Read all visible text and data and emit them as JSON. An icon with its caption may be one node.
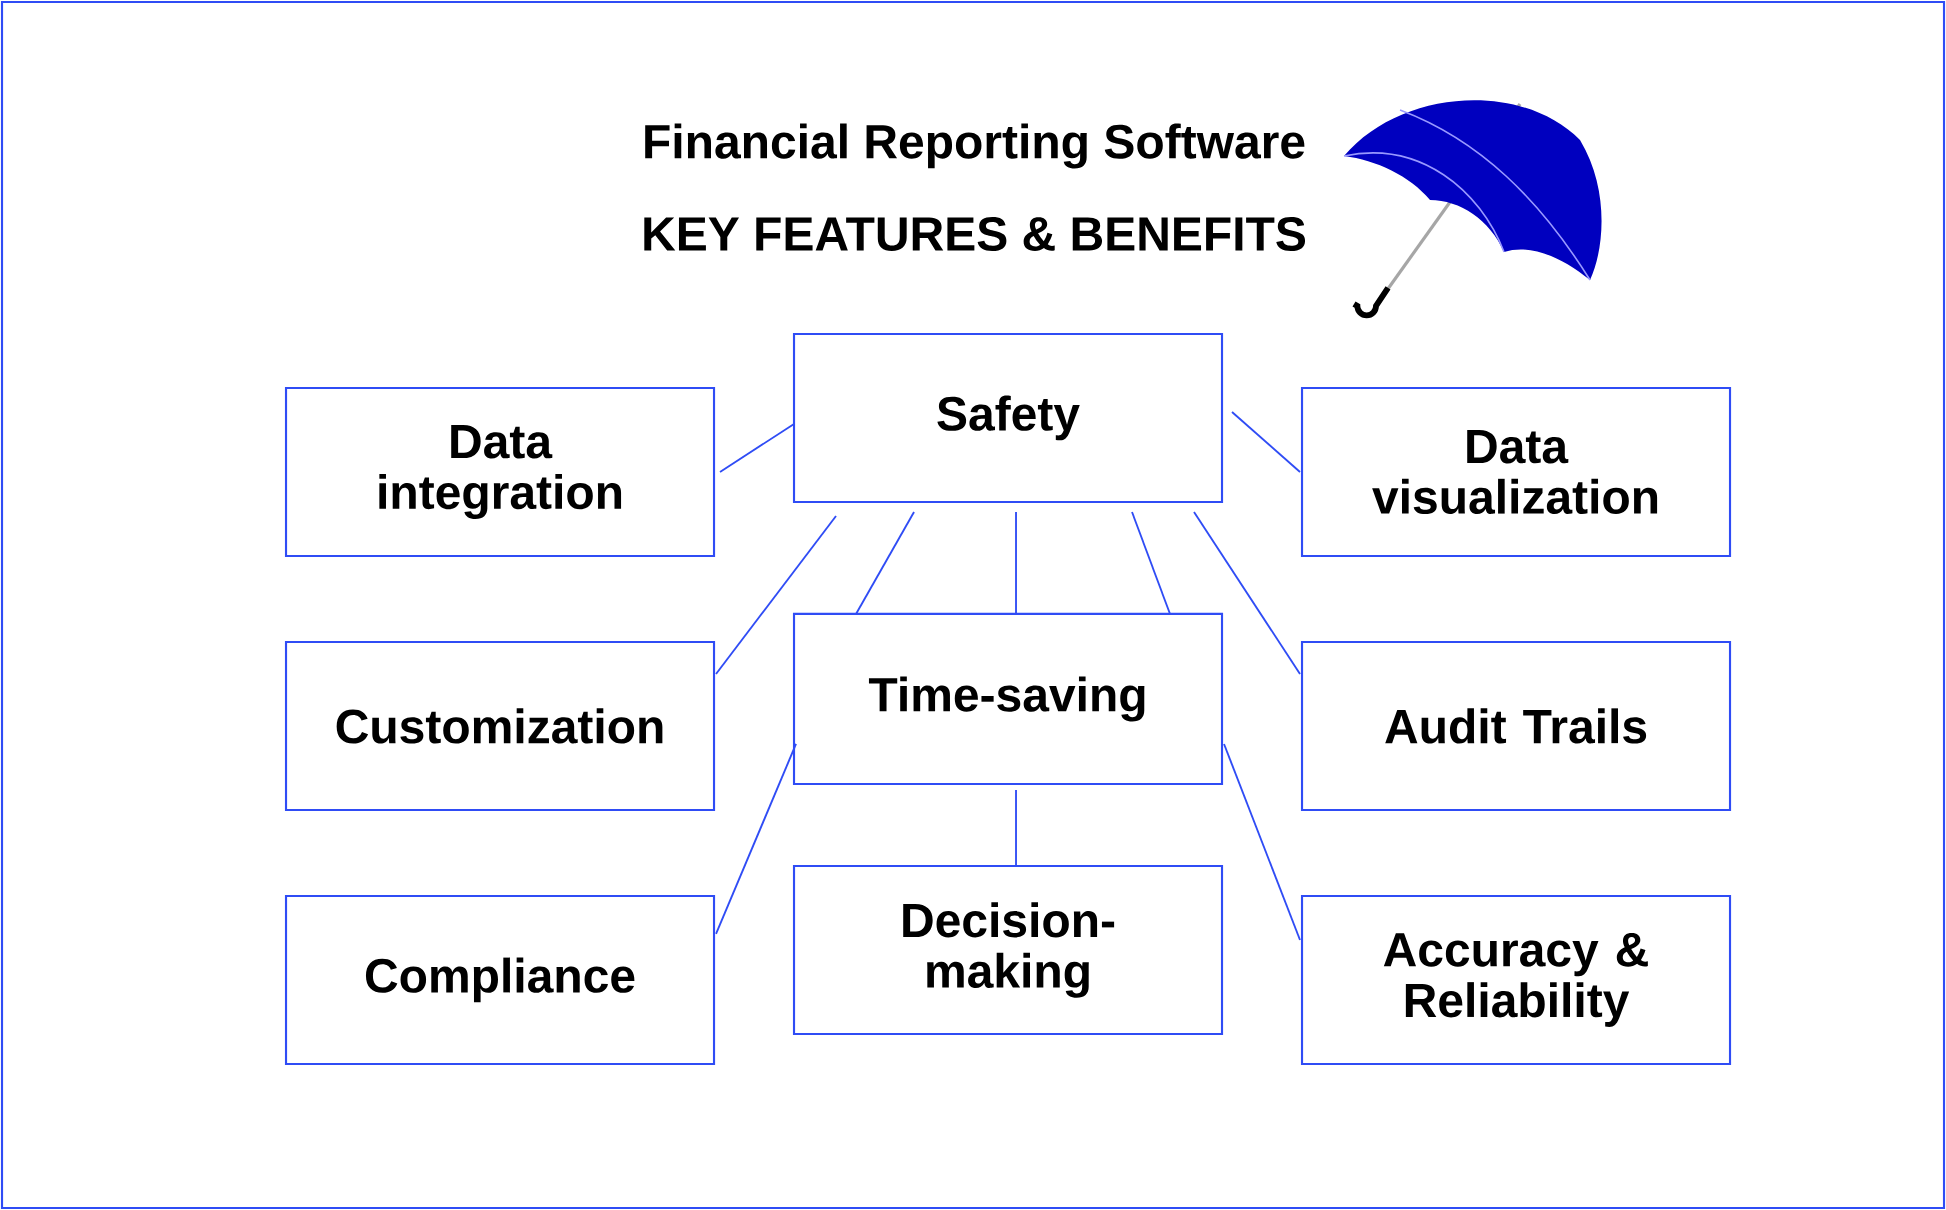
{
  "diagram": {
    "title": "Financial Reporting Software",
    "nodes": [
      {
        "text": [
          "Data integration"
        ]
      },
      {
        "text": [
          "Safety"
        ]
      },
      {
        "text": [
          "Data visualization"
        ]
      },
      {
        "text": [
          "Customization"
        ]
      },
      {
        "text": [
          "Time-saving"
        ]
      },
      {
        "text": [
          "Audit Trails"
        ]
      },
      {
        "text": [
          "Compliance"
        ]
      },
      {
        "text": [
          "Decision-making"
        ]
      },
      {
        "text": [
          "Accuracy & Reliability"
        ]
      }
    ],
    "edges": [
      {
        "from": 1,
        "to": 0,
        "arrow": "none"
      },
      {
        "from": 1,
        "to": 2,
        "arrow": "none"
      },
      {
        "from": 1,
        "to": 3,
        "arrow": "none"
      },
      {
        "from": 1,
        "to": 4,
        "arrow": "none"
      },
      {
        "from": 1,
        "to": 4,
        "arrow": "none"
      },
      {
        "from": 1,
        "to": 4,
        "arrow": "none"
      },
      {
        "from": 1,
        "to": 5,
        "arrow": "none"
      },
      {
        "from": 4,
        "to": 6,
        "arrow": "none"
      },
      {
        "from": 4,
        "to": 7,
        "arrow": "none"
      },
      {
        "from": 4,
        "to": 8,
        "arrow": "none"
      }
    ],
    "labels": [
      "KEY FEATURES & BENEFITS"
    ]
  }
}
